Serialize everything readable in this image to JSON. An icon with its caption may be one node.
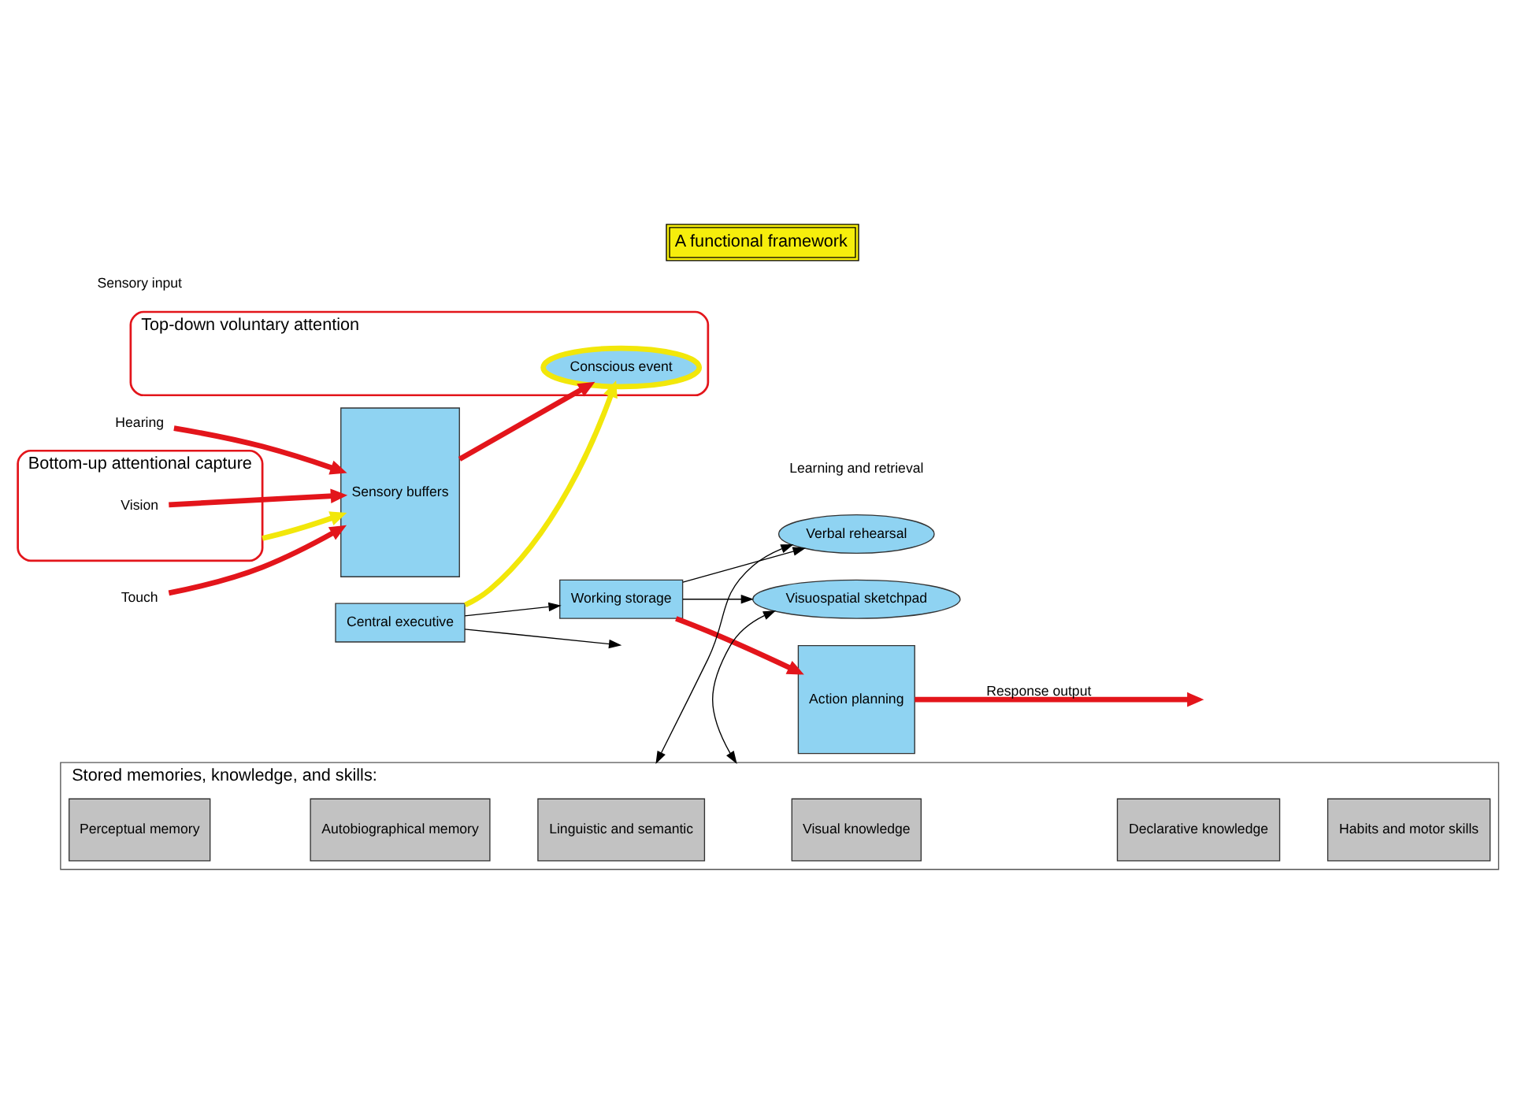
{
  "diagram": {
    "title": "A functional framework",
    "nodes": [
      {
        "text": [
          "Bottom-up attentional capture"
        ]
      },
      {
        "text": [
          "Vision"
        ],
        "in": 0
      },
      {
        "text": [
          "Sensory buffers"
        ]
      },
      {
        "text": [
          "Hearing"
        ]
      },
      {
        "text": [
          "Touch"
        ]
      },
      {
        "text": [
          "Top-down voluntary attention"
        ]
      },
      {
        "text": [
          "Conscious event"
        ],
        "in": 5
      },
      {
        "text": [
          "Central executive"
        ]
      },
      {
        "text": [
          "Working storage"
        ]
      },
      {
        "text": [
          "Action planning"
        ]
      },
      {
        "text": [
          "Verbal rehearsal"
        ]
      },
      {
        "text": [
          "Visuospatial sketchpad"
        ]
      },
      {
        "text": [
          "Stored memories, knowledge, and skills:"
        ]
      },
      {
        "text": [
          "Perceptual memory"
        ],
        "in": 12
      },
      {
        "text": [
          "Autobiographical memory"
        ],
        "in": 12
      },
      {
        "text": [
          "Linguistic and semantic"
        ],
        "in": 12
      },
      {
        "text": [
          "Visual knowledge"
        ],
        "in": 12
      },
      {
        "text": [
          "Declarative knowledge"
        ],
        "in": 12
      },
      {
        "text": [
          "Habits and motor skills"
        ],
        "in": 12
      }
    ],
    "edges": [
      {
        "from": 0,
        "to": 2,
        "arrow": "to",
        "color": "#f2e70a"
      },
      {
        "from": 1,
        "to": 2,
        "arrow": "to",
        "color": "#e3151b"
      },
      {
        "from": 3,
        "to": 2,
        "arrow": "to",
        "color": "#e3151b"
      },
      {
        "from": 4,
        "to": 2,
        "arrow": "to",
        "color": "#e3151b"
      },
      {
        "from": 2,
        "to": 6,
        "arrow": "to",
        "color": "#e3151b"
      },
      {
        "from": 7,
        "to": 6,
        "arrow": "to",
        "color": "#f2e70a"
      },
      {
        "from": 7,
        "to": 8,
        "arrow": "to",
        "color": "#000000"
      },
      {
        "from": 7,
        "to": null,
        "arrow": "to",
        "color": "#000000"
      },
      {
        "from": 8,
        "to": 9,
        "arrow": "to",
        "color": "#e3151b"
      },
      {
        "from": 9,
        "to": null,
        "arrow": "to",
        "label": "Response output",
        "color": "#e3151b"
      },
      {
        "from": 8,
        "to": 10,
        "arrow": "to",
        "color": "#000000"
      },
      {
        "from": 8,
        "to": 11,
        "arrow": "to",
        "color": "#000000"
      },
      {
        "from": 10,
        "to": 12,
        "arrow": "both",
        "color": "#000000"
      },
      {
        "from": 11,
        "to": 12,
        "arrow": "both",
        "color": "#000000"
      }
    ],
    "labels": [
      "Sensory input",
      "Learning and retrieval"
    ]
  }
}
